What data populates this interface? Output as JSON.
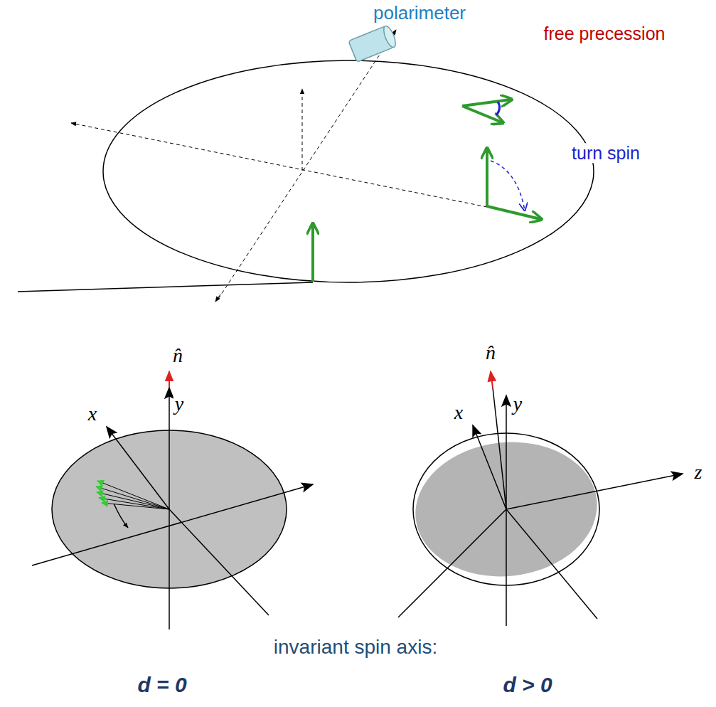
{
  "diagram": {
    "labels": [
      "polarimeter",
      "free precession",
      "turn spin",
      "n̂",
      "y",
      "x",
      "n̂",
      "y",
      "x",
      "z",
      "invariant spin axis:",
      "d = 0",
      "d > 0"
    ]
  }
}
